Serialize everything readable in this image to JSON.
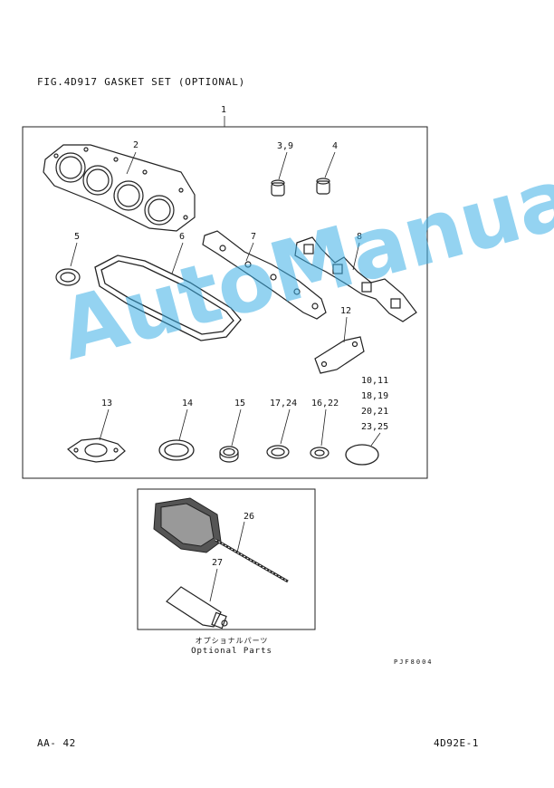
{
  "title": "FIG.4D917  GASKET SET (OPTIONAL)",
  "labels": {
    "l1": "1",
    "l2": "2",
    "l39": "3,9",
    "l4": "4",
    "l5": "5",
    "l6": "6",
    "l7": "7",
    "l8": "8",
    "l12": "12",
    "l1011": "10,11",
    "l1819": "18,19",
    "l2021": "20,21",
    "l2325": "23,25",
    "l13": "13",
    "l14": "14",
    "l15": "15",
    "l1724": "17,24",
    "l1622": "16,22",
    "l26": "26",
    "l27": "27"
  },
  "optional": {
    "jp": "オプショナルパーツ",
    "en": "Optional Parts"
  },
  "drawing_code": "PJF8004",
  "page_number": "AA-  42",
  "model_code": "4D92E-1",
  "watermark": "AutoManual"
}
